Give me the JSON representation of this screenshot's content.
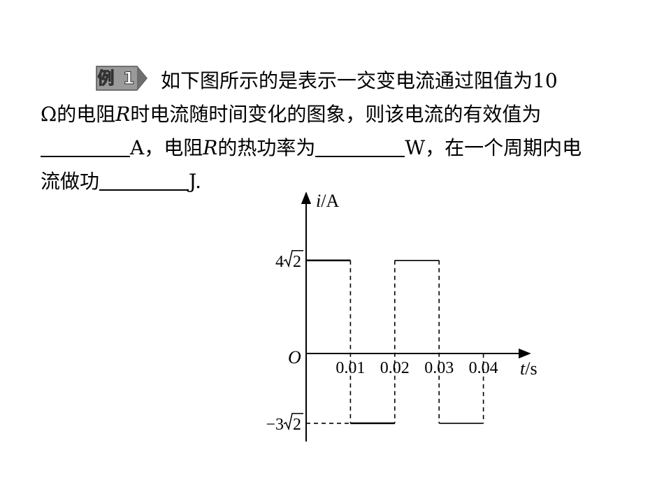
{
  "problem": {
    "badge": "例 1",
    "line1_text": "如下图所示的是表示一交变电流通过阻值为10",
    "line2_start": "Ω的电阻",
    "line2_var": "R",
    "line2_end": "时电流随时间变化的图象，则该电流的有效值为",
    "line3_unit_a": "A，电阻",
    "line3_var": "R",
    "line3_mid": "的热功率为",
    "line3_end": "W，在一个周期内电",
    "line4_start": "流做功",
    "line4_end": "J."
  },
  "chart_data": {
    "type": "line",
    "step": true,
    "x_axis_label_var": "t",
    "x_axis_label_unit": "/s",
    "y_axis_label_var": "i",
    "y_axis_label_unit": "/A",
    "origin_label": "O",
    "x_ticks": [
      "0.01",
      "0.02",
      "0.03",
      "0.04"
    ],
    "y_ticks": [
      {
        "coef": "4",
        "sign": "",
        "value": 5.657
      },
      {
        "coef": "3",
        "sign": "−",
        "value": -4.243
      }
    ],
    "sqrt_radicand": "2",
    "segments": [
      {
        "x0": 0.0,
        "x1": 0.01,
        "y": 5.657
      },
      {
        "x0": 0.01,
        "x1": 0.02,
        "y": -4.243
      },
      {
        "x0": 0.02,
        "x1": 0.03,
        "y": 5.657
      },
      {
        "x0": 0.03,
        "x1": 0.04,
        "y": -4.243
      }
    ],
    "xlim": [
      0,
      0.04
    ],
    "ylim": [
      -4.243,
      5.657
    ],
    "grid": false
  }
}
